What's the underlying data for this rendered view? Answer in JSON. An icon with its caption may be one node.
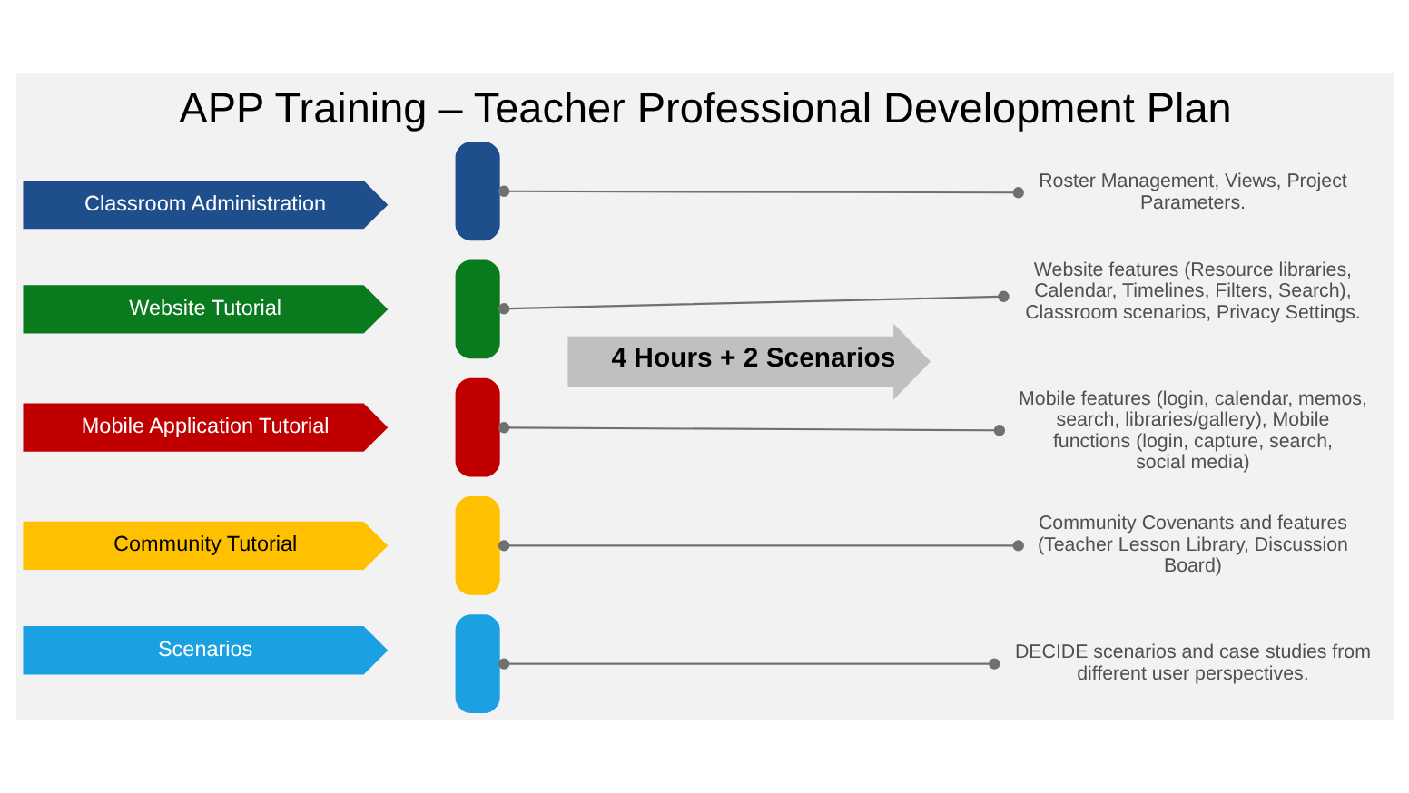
{
  "diagram": {
    "title": "APP Training – Teacher Professional Development Plan",
    "nodes": [
      {
        "text": [
          "Classroom Administration"
        ]
      },
      {
        "text": [
          "Website Tutorial"
        ]
      },
      {
        "text": [
          "Mobile Application Tutorial"
        ]
      },
      {
        "text": [
          "Community Tutorial"
        ]
      },
      {
        "text": [
          "Scenarios"
        ]
      },
      {
        "text": [],
        "shape": "bar"
      },
      {
        "text": [],
        "shape": "bar"
      },
      {
        "text": [],
        "shape": "bar"
      },
      {
        "text": [],
        "shape": "bar"
      },
      {
        "text": [],
        "shape": "bar"
      },
      {
        "text": [
          "4 Hours + 2 Scenarios"
        ]
      },
      {
        "text": [
          "Roster Management, Views, Project Parameters."
        ]
      },
      {
        "text": [
          "Mobile features (login, calendar, memos, search, libraries/gallery), Mobile functions (login, capture, search, social media)"
        ]
      },
      {
        "text": [
          "DECIDE scenarios and case studies from different user perspectives."
        ]
      },
      {
        "text": [
          "Community Covenants and features (Teacher Lesson Library, Discussion Board)"
        ]
      },
      {
        "text": [
          "Website features (Resource libraries, Calendar, Timelines, Filters, Search), Classroom scenarios, Privacy Settings."
        ]
      }
    ],
    "edges": [
      {
        "from": 11,
        "to": 5,
        "arrow": "other"
      },
      {
        "from": 12,
        "to": 7,
        "arrow": "other"
      },
      {
        "from": 13,
        "to": 9,
        "arrow": "other"
      },
      {
        "from": 14,
        "to": 8,
        "arrow": "other"
      },
      {
        "from": 15,
        "to": 6,
        "arrow": "other"
      }
    ]
  }
}
